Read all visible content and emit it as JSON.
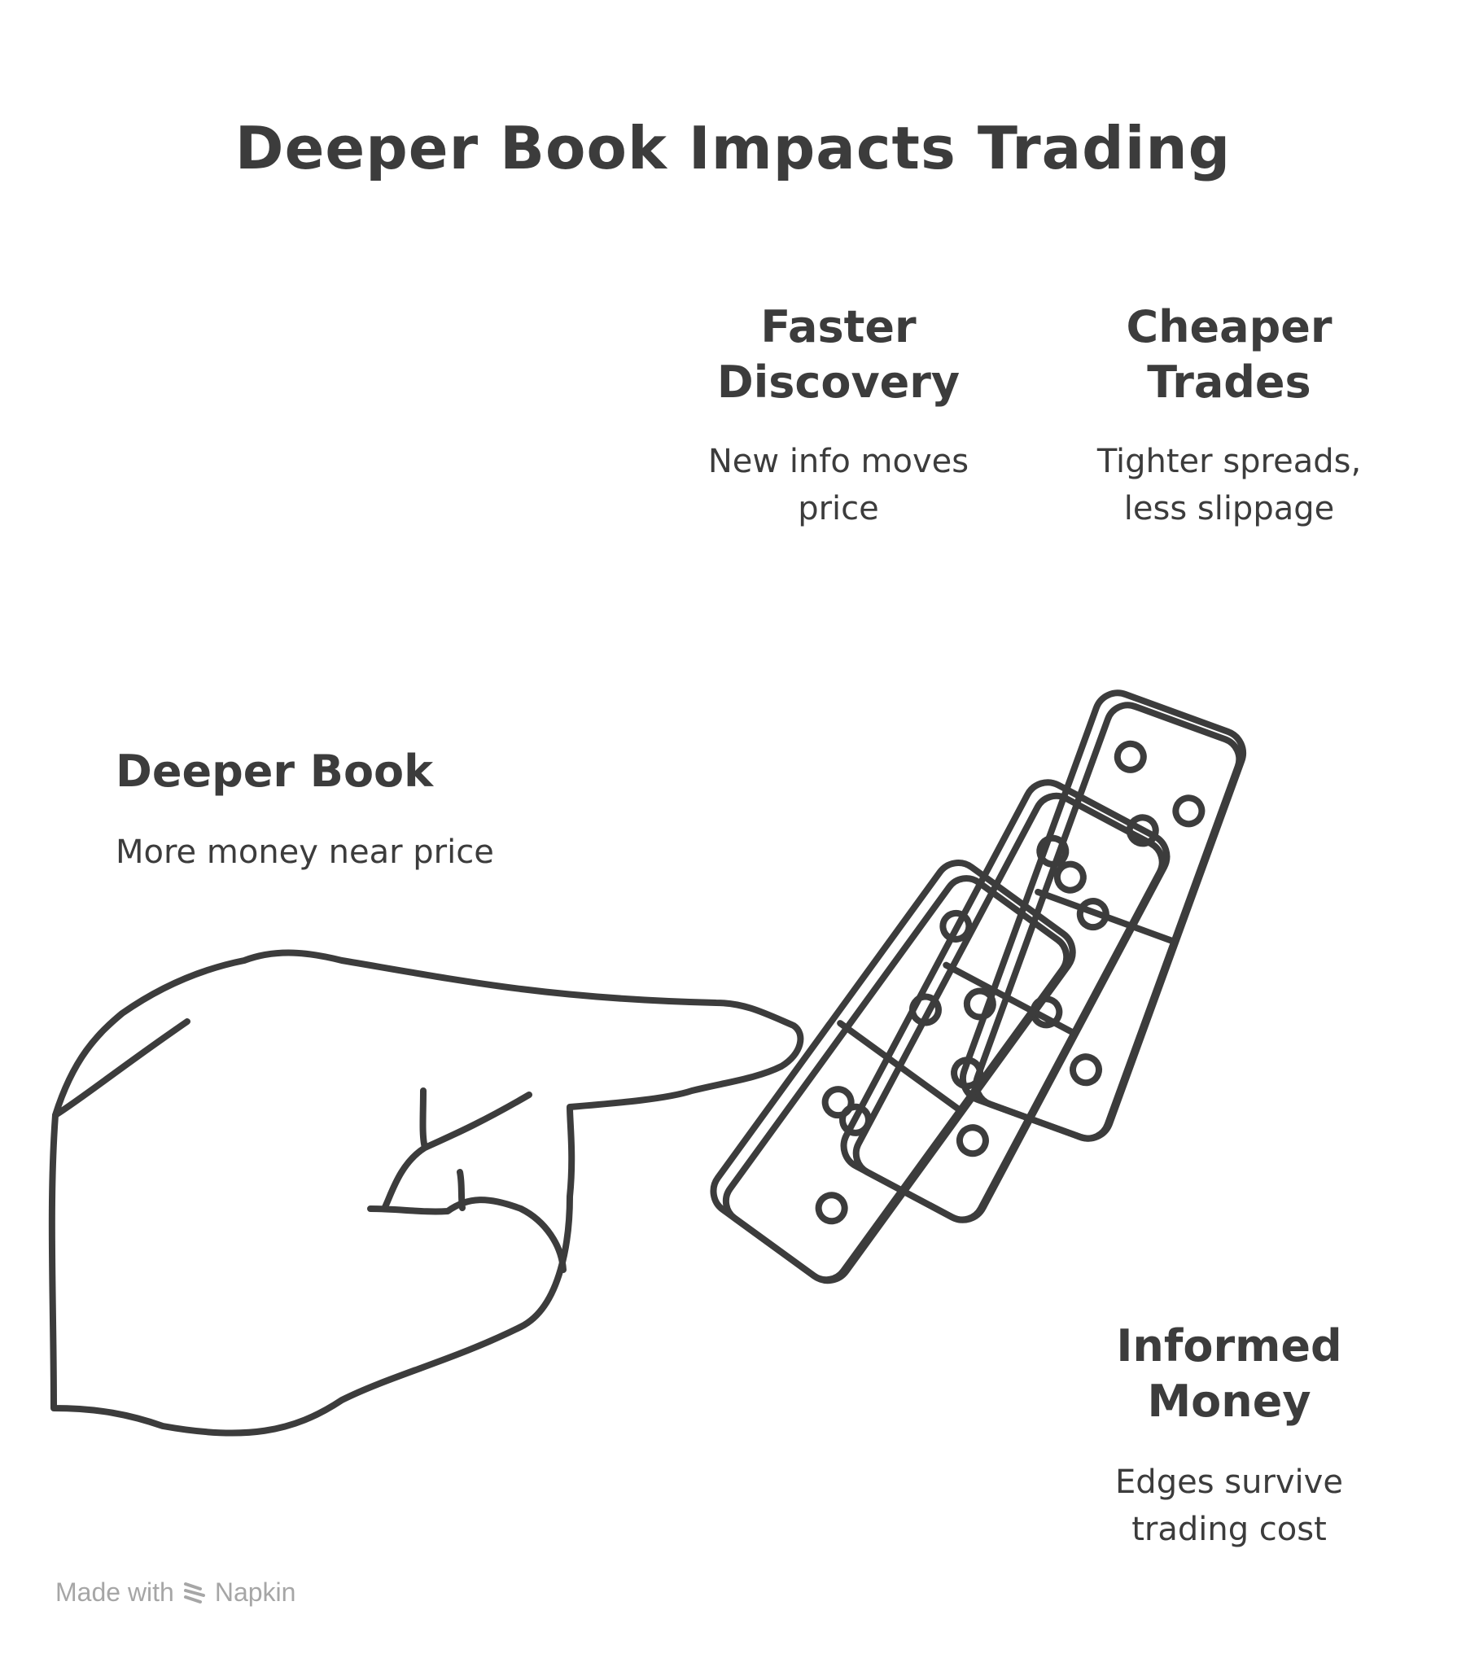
{
  "title": "Deeper Book Impacts Trading",
  "nodes": {
    "deeper_book": {
      "heading": "Deeper Book",
      "description": "More money near price"
    },
    "faster_discovery": {
      "heading_line1": "Faster",
      "heading_line2": "Discovery",
      "desc_line1": "New info moves",
      "desc_line2": "price"
    },
    "cheaper_trades": {
      "heading_line1": "Cheaper",
      "heading_line2": "Trades",
      "desc_line1": "Tighter spreads,",
      "desc_line2": "less slippage"
    },
    "informed_money": {
      "heading_line1": "Informed",
      "heading_line2": "Money",
      "desc_line1": "Edges survive",
      "desc_line2": "trading cost"
    }
  },
  "footer": {
    "made_with": "Made with",
    "brand": "Napkin"
  },
  "colors": {
    "ink": "#3c3c3c",
    "footer": "#a6a6a6",
    "background": "#ffffff"
  },
  "illustration": {
    "subject": "hand pushing falling dominoes",
    "icon": "hand-dominoes-icon"
  }
}
